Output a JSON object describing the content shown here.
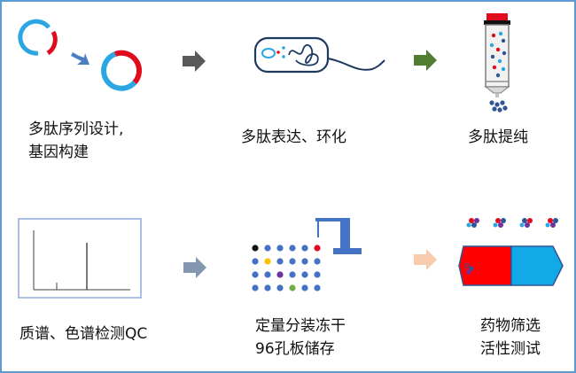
{
  "steps": [
    {
      "line1": "多肽序列设计,",
      "line2": "基因构建"
    },
    {
      "line1": "多肽表达、环化"
    },
    {
      "line1": "多肽提纯"
    },
    {
      "line1": "质谱、色谱检测QC"
    },
    {
      "line1": "定量分装冻干",
      "line2": "96孔板储存"
    },
    {
      "line1": "药物筛选",
      "line2": "活性测试"
    }
  ],
  "colors": {
    "plasmid_blue": "#2aa7e2",
    "insert_red": "#e00b1d",
    "arrow_gray": "#595959",
    "arrow_green": "#4e7d33",
    "arrow_steel": "#8497b0",
    "arrow_peach": "#f8cbad",
    "frame_border": "#5b9bd5"
  },
  "icons": [
    "linear-dna-icon",
    "circular-plasmid-icon",
    "bacterium-cell-icon",
    "purification-column-icon",
    "spectrum-chart-icon",
    "well-plate-icon",
    "dispenser-icon",
    "screening-bar-icon"
  ]
}
